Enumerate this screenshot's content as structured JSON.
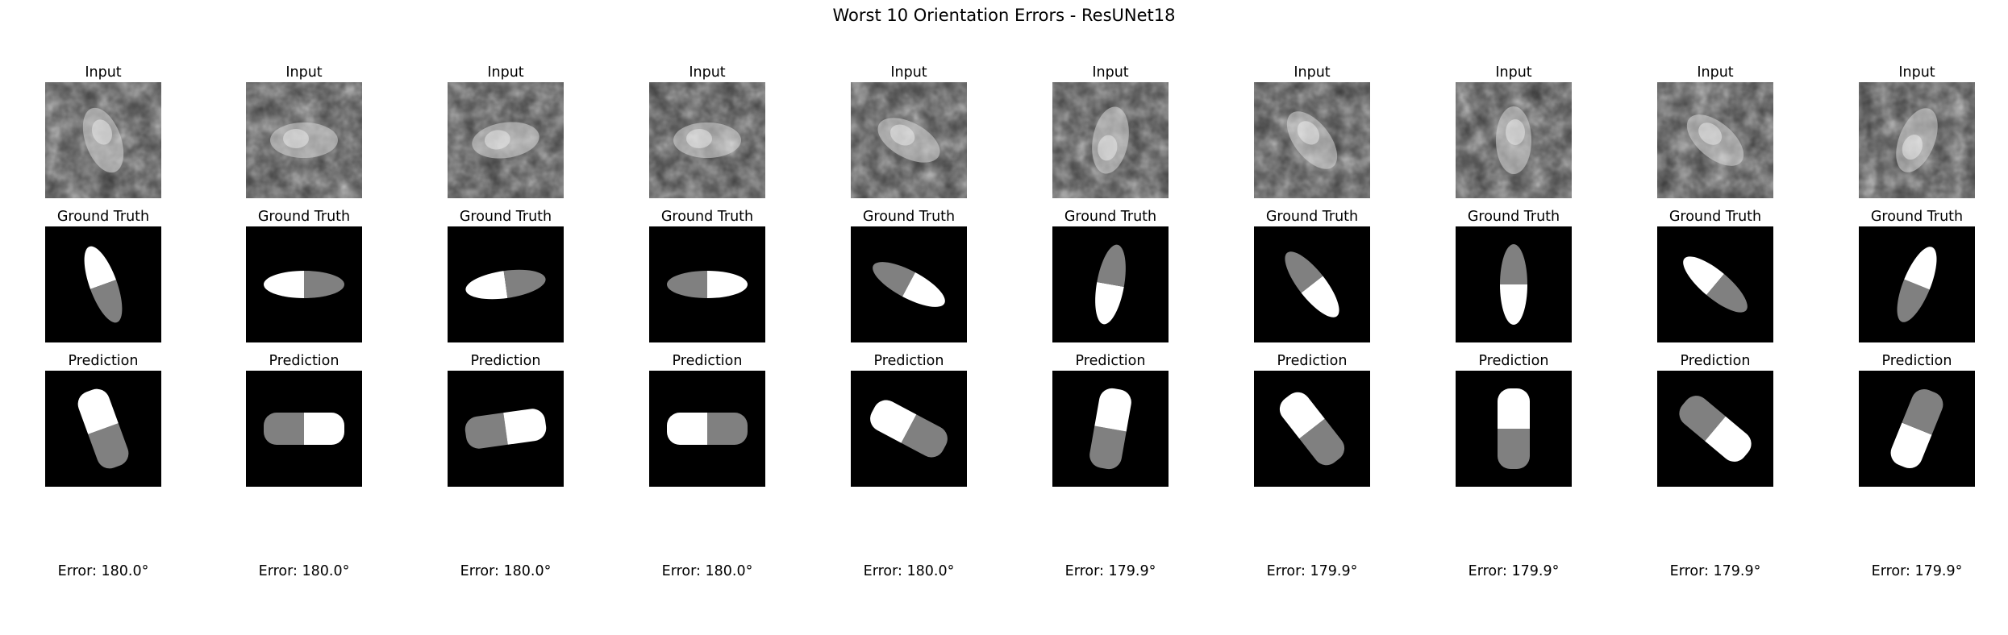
{
  "figure": {
    "title": "Worst 10 Orientation Errors - ResUNet18"
  },
  "labels": {
    "input": "Input",
    "ground_truth": "Ground Truth",
    "prediction": "Prediction"
  },
  "colors": {
    "background": "#000000",
    "head_class": "#ffffff",
    "body_class": "#808080"
  },
  "samples": [
    {
      "error": "Error: 180.0°",
      "gt_angle": 70,
      "gt_flip": false,
      "pred_angle": 250,
      "pred_flip": true
    },
    {
      "error": "Error: 180.0°",
      "gt_angle": 0,
      "gt_flip": false,
      "pred_angle": 0,
      "pred_flip": true
    },
    {
      "error": "Error: 180.0°",
      "gt_angle": -8,
      "gt_flip": false,
      "pred_angle": -8,
      "pred_flip": true
    },
    {
      "error": "Error: 180.0°",
      "gt_angle": 0,
      "gt_flip": true,
      "pred_angle": 0,
      "pred_flip": false
    },
    {
      "error": "Error: 180.0°",
      "gt_angle": 28,
      "gt_flip": true,
      "pred_angle": 28,
      "pred_flip": false
    },
    {
      "error": "Error: 179.9°",
      "gt_angle": -80,
      "gt_flip": false,
      "pred_angle": -80,
      "pred_flip": true
    },
    {
      "error": "Error: 179.9°",
      "gt_angle": 52,
      "gt_flip": true,
      "pred_angle": 52,
      "pred_flip": false
    },
    {
      "error": "Error: 179.9°",
      "gt_angle": 90,
      "gt_flip": true,
      "pred_angle": 90,
      "pred_flip": false
    },
    {
      "error": "Error: 179.9°",
      "gt_angle": 40,
      "gt_flip": false,
      "pred_angle": 40,
      "pred_flip": true
    },
    {
      "error": "Error: 179.9°",
      "gt_angle": -68,
      "gt_flip": true,
      "pred_angle": -68,
      "pred_flip": false
    }
  ]
}
